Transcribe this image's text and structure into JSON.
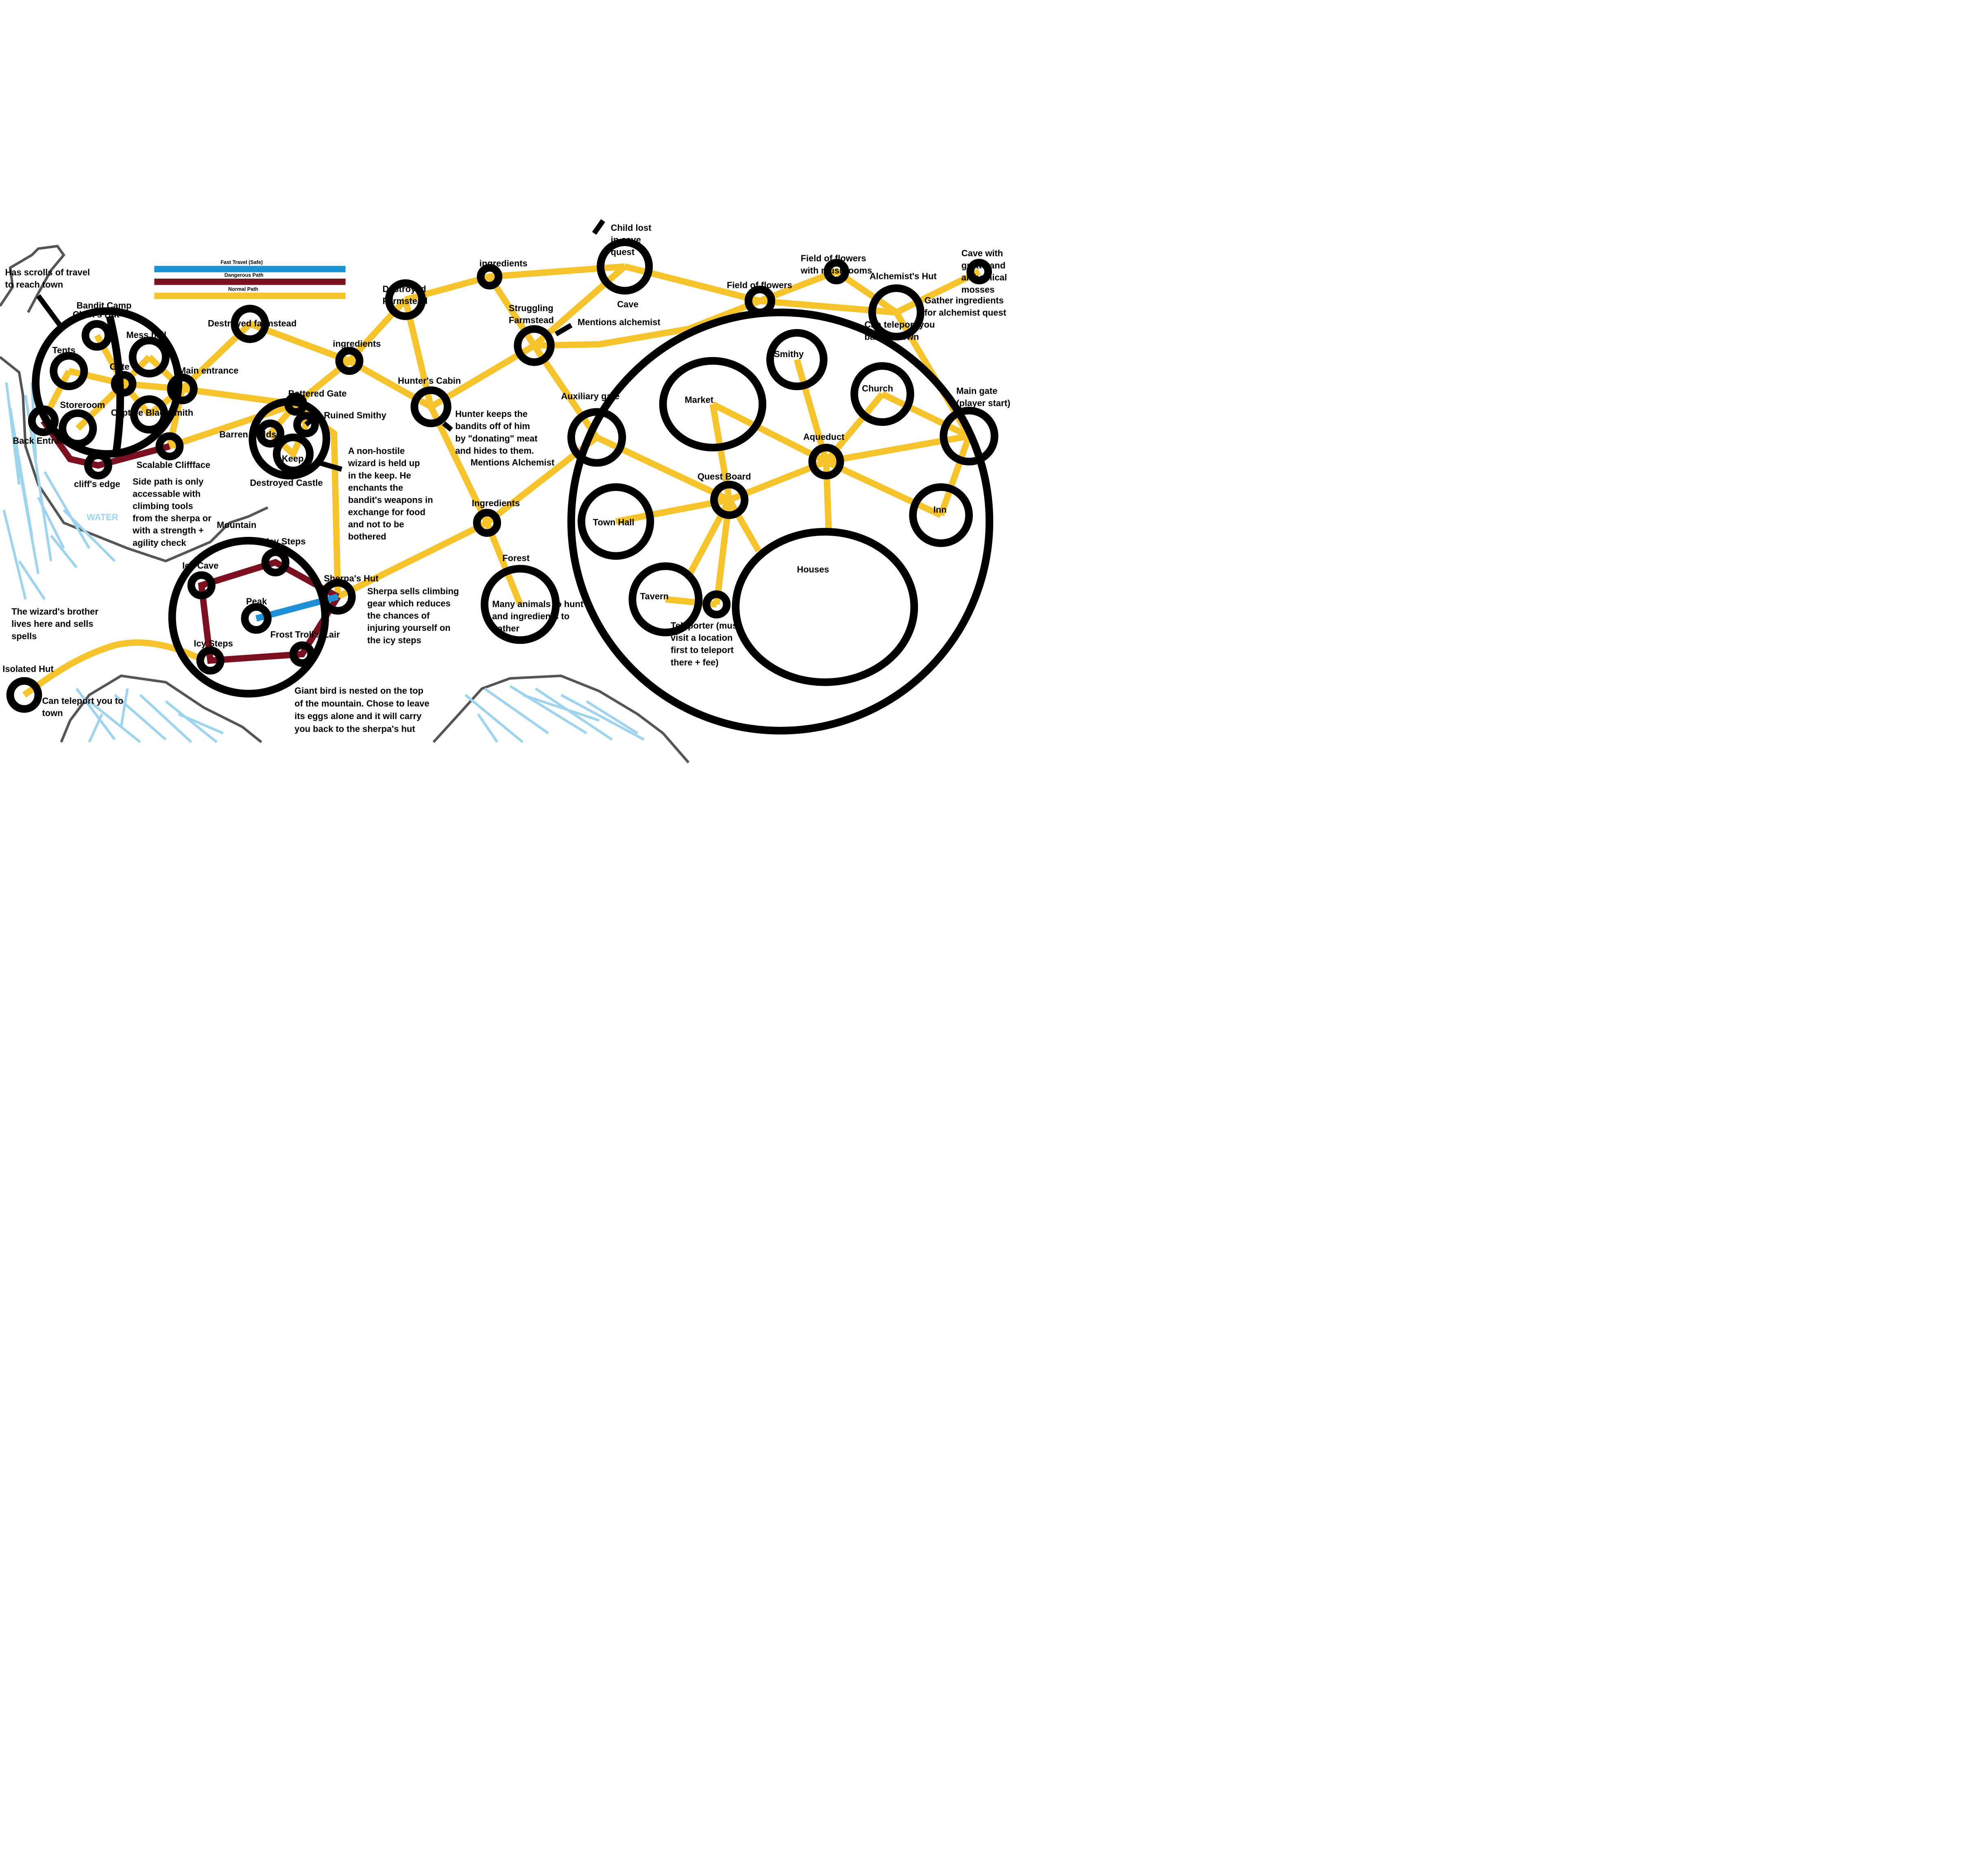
{
  "legend": {
    "fast_travel": "Fast Travel (Safe)",
    "dangerous_path": "Dangerous Path",
    "normal_path": "Normal Path"
  },
  "colors": {
    "fast_travel": "#1e90d6",
    "dangerous_path": "#7a1020",
    "normal_path": "#f5c32c",
    "water": "#9fd4ee"
  },
  "water_label": "WATER",
  "bandit_camp": {
    "title": "Bandit Camp",
    "chiefs_hut": "Chief's Hut",
    "tents": "Tents",
    "mess_hall": "Mess hall",
    "gate": "Gate",
    "main_entrance": "Main entrance",
    "storeroom": "Storeroom",
    "captive_blacksmith": "Captive Blacksmith",
    "back_entrance": "Back Entrance",
    "scalable_cliffface": "Scalable Cliffface",
    "cliffs_edge": "cliff's edge",
    "scroll_note": "Has scrolls of travel to reach town"
  },
  "destroyed_castle": {
    "title": "Destroyed Castle",
    "battered_gate": "Battered Gate",
    "ruined_smithy": "Ruined Smithy",
    "barren_fields": "Barren Fields",
    "keep": "Keep",
    "wizard_note": "A non-hostile wizard is held up in the keep. He enchants the bandit's weapons in exchange for food and not to be bothered"
  },
  "mountain": {
    "title": "Mountain",
    "icy_steps_top": "Icy Steps",
    "icy_cave": "Icy Cave",
    "peak": "Peak",
    "frost_troll": "Frost Troll's Lair",
    "icy_steps_bottom": "Icy Steps",
    "sherpas_hut": "Sherpa's Hut",
    "sherpa_note": "Sherpa sells climbing gear which reduces the chances of injuring yourself on the icy steps",
    "side_path_note": "Side path is only accessable with climbing tools from the sherpa or with a strength + agility check",
    "bird_note": "Giant bird is nested on the top of the mountain. Chose to leave its eggs alone and it will carry you back to the sherpa's hut"
  },
  "isolated": {
    "title": "Isolated Hut",
    "brother_note": "The wizard's brother lives here and sells spells",
    "teleport_note": "Can teleport you to town"
  },
  "wilds": {
    "destroyed_farmstead": "Destroyed farmstead",
    "ingredients_1": "ingredients",
    "destroyed_farmstead_2": "Destroyed Farmstead",
    "ingredients_2": "ingredients",
    "child_note": "Child lost in cave quest",
    "cave": "Cave",
    "struggling_farmstead": "Struggling Farmstead",
    "mentions_alchemist": "Mentions alchemist",
    "hunters_cabin": "Hunter's Cabin",
    "hunter_note": "Hunter keeps the bandits off of him by \"donating\" meat and hides to them.",
    "mentions_alchemist_2": "Mentions Alchemist",
    "ingredients_3": "Ingredients",
    "forest": "Forest",
    "forest_note": "Many animals to hunt and ingredients to gather",
    "field_flowers_mushrooms": "Field of flowers with mushrooms",
    "field_flowers": "Field of flowers",
    "alchemists_hut": "Alchemist's Hut",
    "cave_grotto": "Cave with grotto and alchemical mosses",
    "gather_note": "Gather ingredients for alchemist quest",
    "alch_teleport_note": "Can teleport you back to town"
  },
  "town": {
    "auxiliary_gate": "Auxiliary gate",
    "market": "Market",
    "smithy": "Smithy",
    "church": "Church",
    "aqueduct": "Aqueduct",
    "main_gate": "Main gate (player start)",
    "quest_board": "Quest Board",
    "town_hall": "Town Hall",
    "inn": "Inn",
    "houses": "Houses",
    "tavern": "Tavern",
    "teleporter_note": "Teleporter (must visit a location first to teleport there + fee)"
  }
}
